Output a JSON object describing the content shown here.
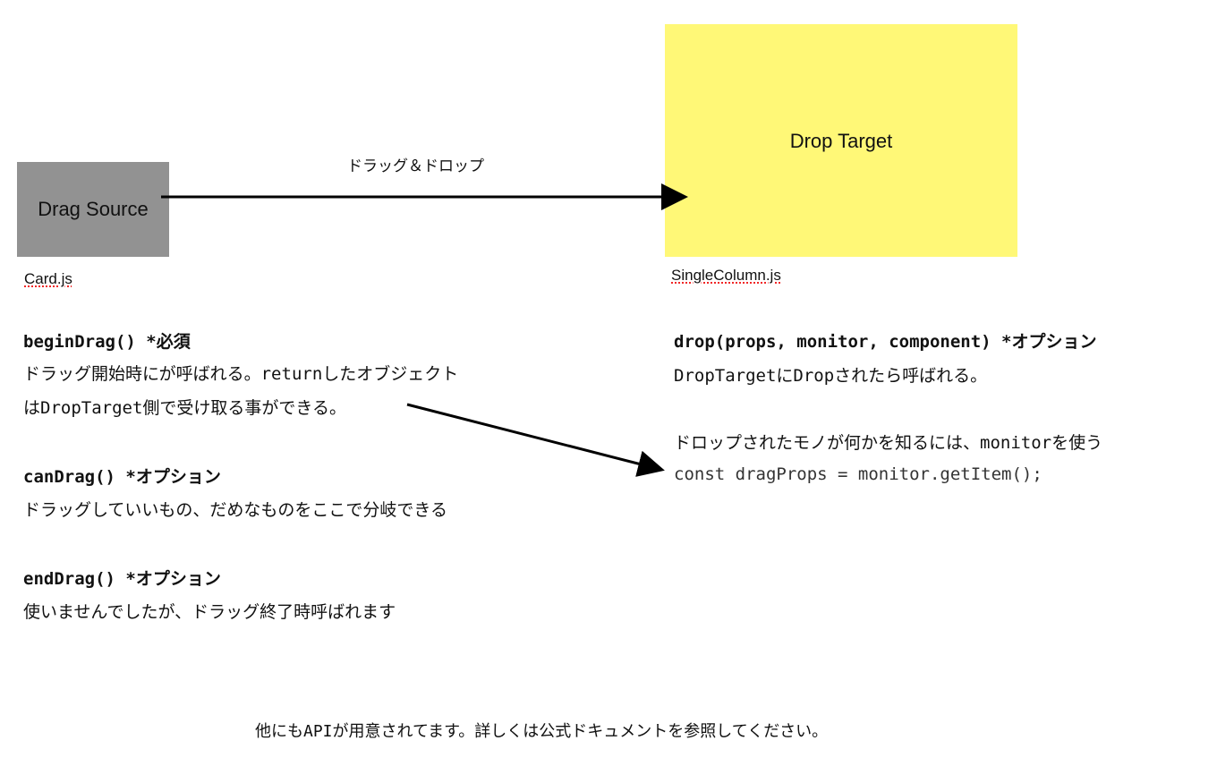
{
  "source": {
    "label": "Drag Source",
    "file": "Card.js",
    "color": "#929292"
  },
  "target": {
    "label": "Drop Target",
    "file": "SingleColumn.js",
    "color": "#fff877"
  },
  "arrow_label": "ドラッグ＆ドロップ",
  "left": [
    {
      "title": "beginDrag() *必須",
      "lines": [
        "ドラッグ開始時にが呼ばれる。returnしたオブジェクト",
        "はDropTarget側で受け取る事ができる。"
      ]
    },
    {
      "title": "canDrag() *オプション",
      "lines": [
        "ドラッグしていいもの、だめなものをここで分岐できる"
      ]
    },
    {
      "title": "endDrag() *オプション",
      "lines": [
        "使いませんでしたが、ドラッグ終了時呼ばれます"
      ]
    }
  ],
  "right": {
    "title": "drop(props, monitor, component) *オプション",
    "line1": "DropTargetにDropされたら呼ばれる。",
    "line2": "ドロップされたモノが何かを知るには、monitorを使う",
    "code": "const dragProps = monitor.getItem();"
  },
  "footer": "他にもAPIが用意されてます。詳しくは公式ドキュメントを参照してください。"
}
